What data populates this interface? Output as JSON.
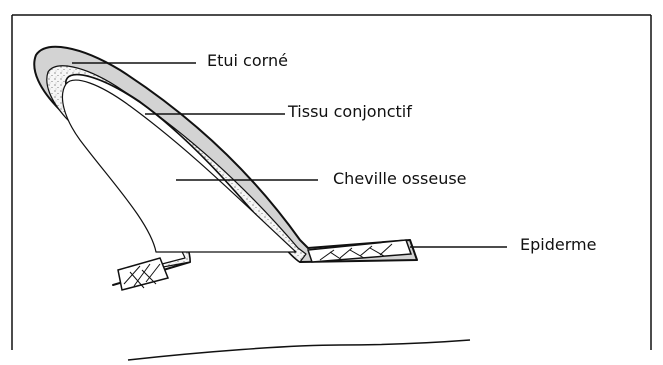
{
  "diagram": {
    "labels": {
      "etui": "Etui corné",
      "tissu": "Tissu conjonctif",
      "cheville": "Cheville osseuse",
      "epiderme": "Epiderme"
    },
    "colors": {
      "horn": "#d3d3d3",
      "stroke": "#111111",
      "dermis": "#f4f4f4",
      "bone": "#ffffff"
    }
  }
}
